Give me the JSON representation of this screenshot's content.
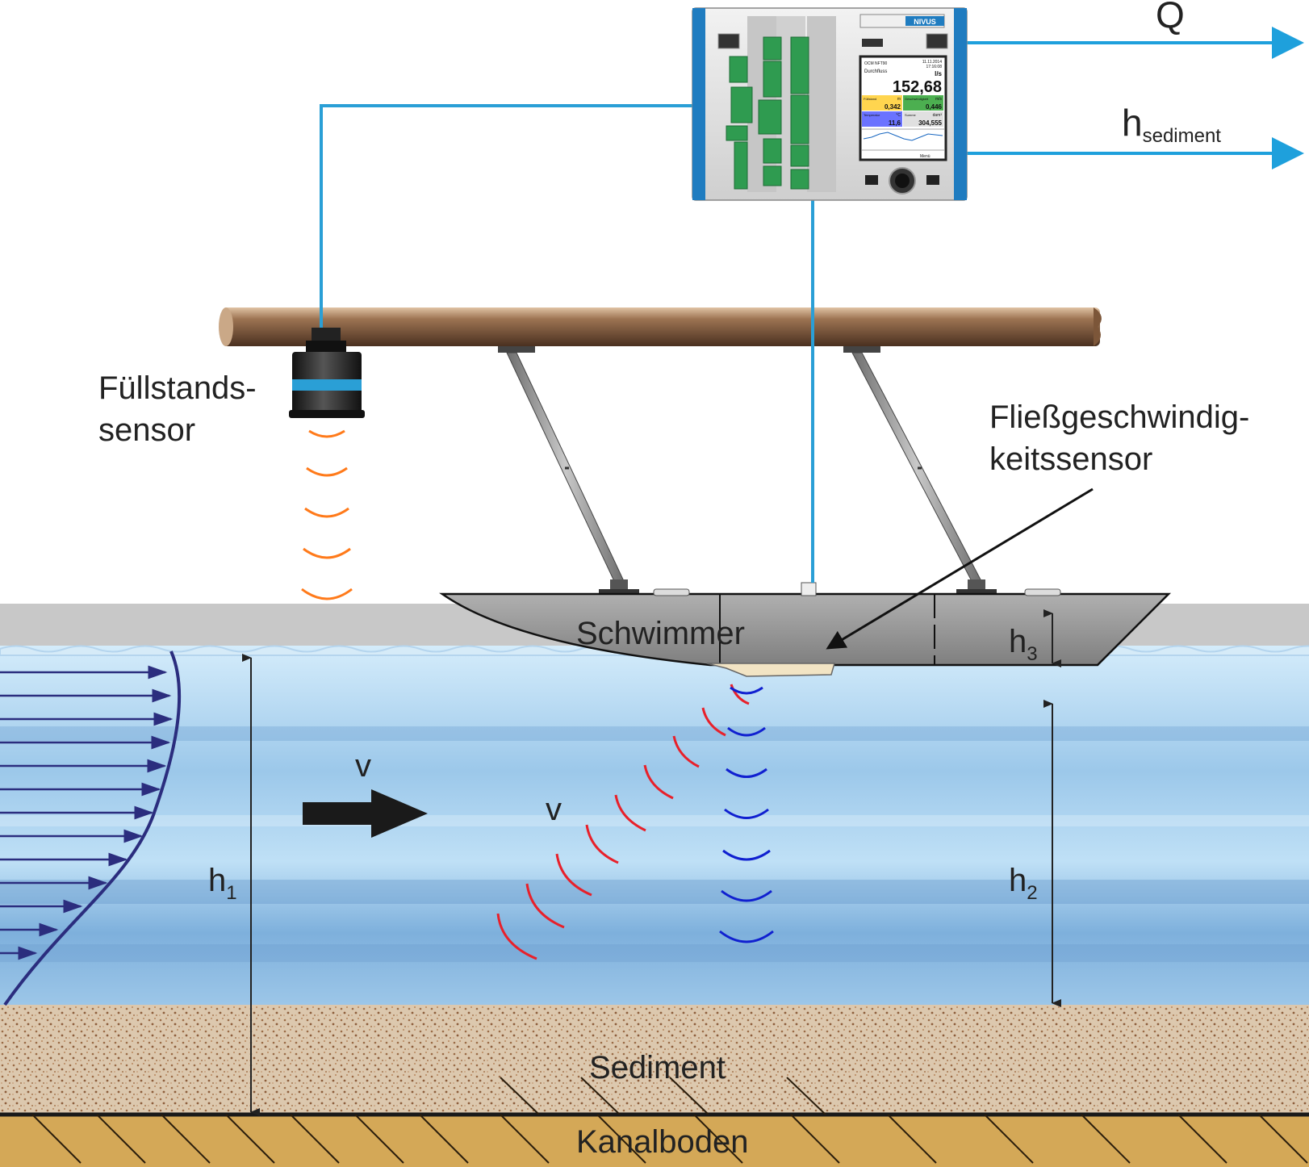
{
  "labels": {
    "q": "Q",
    "h_sediment_main": "h",
    "h_sediment_sub": "sediment",
    "fuellstand_line1": "Füllstands-",
    "fuellstand_line2": "sensor",
    "fliess_line1": "Fließgeschwindig-",
    "fliess_line2": "keitssensor",
    "schwimmer": "Schwimmer",
    "h3_main": "h",
    "h3_sub": "3",
    "h1_main": "h",
    "h1_sub": "1",
    "h2_main": "h",
    "h2_sub": "2",
    "v_flow": "v",
    "v_beam": "v",
    "sediment": "Sediment",
    "kanalboden": "Kanalboden"
  },
  "device": {
    "brand": "NIVUS",
    "screen": {
      "header_left": "OCM NFT90",
      "header_right_1": "11.11.2014",
      "header_right_2": "17:16:08",
      "title": "Durchfluss",
      "unit": "l/s",
      "main_value": "152,68",
      "cell1_label": "Füllstand",
      "cell1_unit": "m",
      "cell1_value": "0,342",
      "cell2_label": "Geschwindigkeit",
      "cell2_unit": "m/s",
      "cell2_value": "0,446",
      "cell3_label": "Temperatur",
      "cell3_unit": "°C",
      "cell3_value": "11,6",
      "cell4_label": "Summe",
      "cell4_unit": "dam³",
      "cell4_value": "304,555",
      "menu": "Menü"
    }
  },
  "colors": {
    "cable": "#2a9fd6",
    "arrow": "#1ea0dc",
    "water": "#8dbde3",
    "air": "#c8c8c8",
    "sediment": "#d8c3a8",
    "floor": "#d4a857",
    "profile": "#2b2d7e",
    "level_echo": "#ff7a1a",
    "doppler_red": "#e8202a",
    "doppler_blue": "#1020d0"
  }
}
